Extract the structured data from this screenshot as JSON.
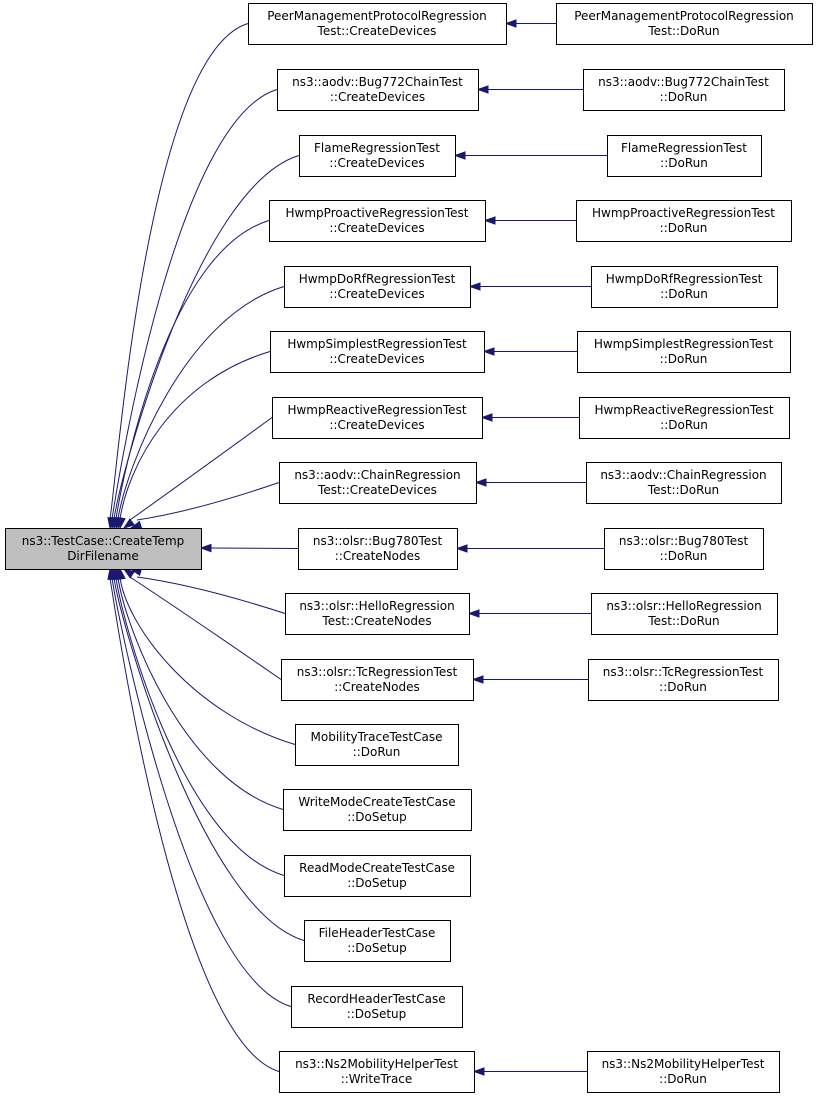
{
  "colors": {
    "edge": "#191970",
    "root_fill": "#bfbfbf",
    "node_fill": "#ffffff",
    "node_border": "#000000"
  },
  "root": {
    "id": "root",
    "lines": [
      "ns3::TestCase::CreateTemp",
      "DirFilename"
    ]
  },
  "nodes": [
    {
      "id": "n1",
      "lines": [
        "PeerManagementProtocolRegression",
        "Test::CreateDevices"
      ]
    },
    {
      "id": "n2",
      "lines": [
        "ns3::aodv::Bug772ChainTest",
        "::CreateDevices"
      ]
    },
    {
      "id": "n3",
      "lines": [
        "FlameRegressionTest",
        "::CreateDevices"
      ]
    },
    {
      "id": "n4",
      "lines": [
        "HwmpProactiveRegressionTest",
        "::CreateDevices"
      ]
    },
    {
      "id": "n5",
      "lines": [
        "HwmpDoRfRegressionTest",
        "::CreateDevices"
      ]
    },
    {
      "id": "n6",
      "lines": [
        "HwmpSimplestRegressionTest",
        "::CreateDevices"
      ]
    },
    {
      "id": "n7",
      "lines": [
        "HwmpReactiveRegressionTest",
        "::CreateDevices"
      ]
    },
    {
      "id": "n8",
      "lines": [
        "ns3::aodv::ChainRegression",
        "Test::CreateDevices"
      ]
    },
    {
      "id": "n9",
      "lines": [
        "ns3::olsr::Bug780Test",
        "::CreateNodes"
      ]
    },
    {
      "id": "n10",
      "lines": [
        "ns3::olsr::HelloRegression",
        "Test::CreateNodes"
      ]
    },
    {
      "id": "n11",
      "lines": [
        "ns3::olsr::TcRegressionTest",
        "::CreateNodes"
      ]
    },
    {
      "id": "n12",
      "lines": [
        "MobilityTraceTestCase",
        "::DoRun"
      ]
    },
    {
      "id": "n13",
      "lines": [
        "WriteModeCreateTestCase",
        "::DoSetup"
      ]
    },
    {
      "id": "n14",
      "lines": [
        "ReadModeCreateTestCase",
        "::DoSetup"
      ]
    },
    {
      "id": "n15",
      "lines": [
        "FileHeaderTestCase",
        "::DoSetup"
      ]
    },
    {
      "id": "n16",
      "lines": [
        "RecordHeaderTestCase",
        "::DoSetup"
      ]
    },
    {
      "id": "n17",
      "lines": [
        "ns3::Ns2MobilityHelperTest",
        "::WriteTrace"
      ]
    },
    {
      "id": "r1",
      "lines": [
        "PeerManagementProtocolRegression",
        "Test::DoRun"
      ]
    },
    {
      "id": "r2",
      "lines": [
        "ns3::aodv::Bug772ChainTest",
        "::DoRun"
      ]
    },
    {
      "id": "r3",
      "lines": [
        "FlameRegressionTest",
        "::DoRun"
      ]
    },
    {
      "id": "r4",
      "lines": [
        "HwmpProactiveRegressionTest",
        "::DoRun"
      ]
    },
    {
      "id": "r5",
      "lines": [
        "HwmpDoRfRegressionTest",
        "::DoRun"
      ]
    },
    {
      "id": "r6",
      "lines": [
        "HwmpSimplestRegressionTest",
        "::DoRun"
      ]
    },
    {
      "id": "r7",
      "lines": [
        "HwmpReactiveRegressionTest",
        "::DoRun"
      ]
    },
    {
      "id": "r8",
      "lines": [
        "ns3::aodv::ChainRegression",
        "Test::DoRun"
      ]
    },
    {
      "id": "r9",
      "lines": [
        "ns3::olsr::Bug780Test",
        "::DoRun"
      ]
    },
    {
      "id": "r10",
      "lines": [
        "ns3::olsr::HelloRegression",
        "Test::DoRun"
      ]
    },
    {
      "id": "r11",
      "lines": [
        "ns3::olsr::TcRegressionTest",
        "::DoRun"
      ]
    },
    {
      "id": "r17",
      "lines": [
        "ns3::Ns2MobilityHelperTest",
        "::DoRun"
      ]
    }
  ],
  "edges": [
    {
      "from": "n1",
      "to": "root"
    },
    {
      "from": "n2",
      "to": "root"
    },
    {
      "from": "n3",
      "to": "root"
    },
    {
      "from": "n4",
      "to": "root"
    },
    {
      "from": "n5",
      "to": "root"
    },
    {
      "from": "n6",
      "to": "root"
    },
    {
      "from": "n7",
      "to": "root"
    },
    {
      "from": "n8",
      "to": "root"
    },
    {
      "from": "n9",
      "to": "root"
    },
    {
      "from": "n10",
      "to": "root"
    },
    {
      "from": "n11",
      "to": "root"
    },
    {
      "from": "n12",
      "to": "root"
    },
    {
      "from": "n13",
      "to": "root"
    },
    {
      "from": "n14",
      "to": "root"
    },
    {
      "from": "n15",
      "to": "root"
    },
    {
      "from": "n16",
      "to": "root"
    },
    {
      "from": "n17",
      "to": "root"
    },
    {
      "from": "r1",
      "to": "n1"
    },
    {
      "from": "r2",
      "to": "n2"
    },
    {
      "from": "r3",
      "to": "n3"
    },
    {
      "from": "r4",
      "to": "n4"
    },
    {
      "from": "r5",
      "to": "n5"
    },
    {
      "from": "r6",
      "to": "n6"
    },
    {
      "from": "r7",
      "to": "n7"
    },
    {
      "from": "r8",
      "to": "n8"
    },
    {
      "from": "r9",
      "to": "n9"
    },
    {
      "from": "r10",
      "to": "n10"
    },
    {
      "from": "r11",
      "to": "n11"
    },
    {
      "from": "r17",
      "to": "n17"
    }
  ]
}
